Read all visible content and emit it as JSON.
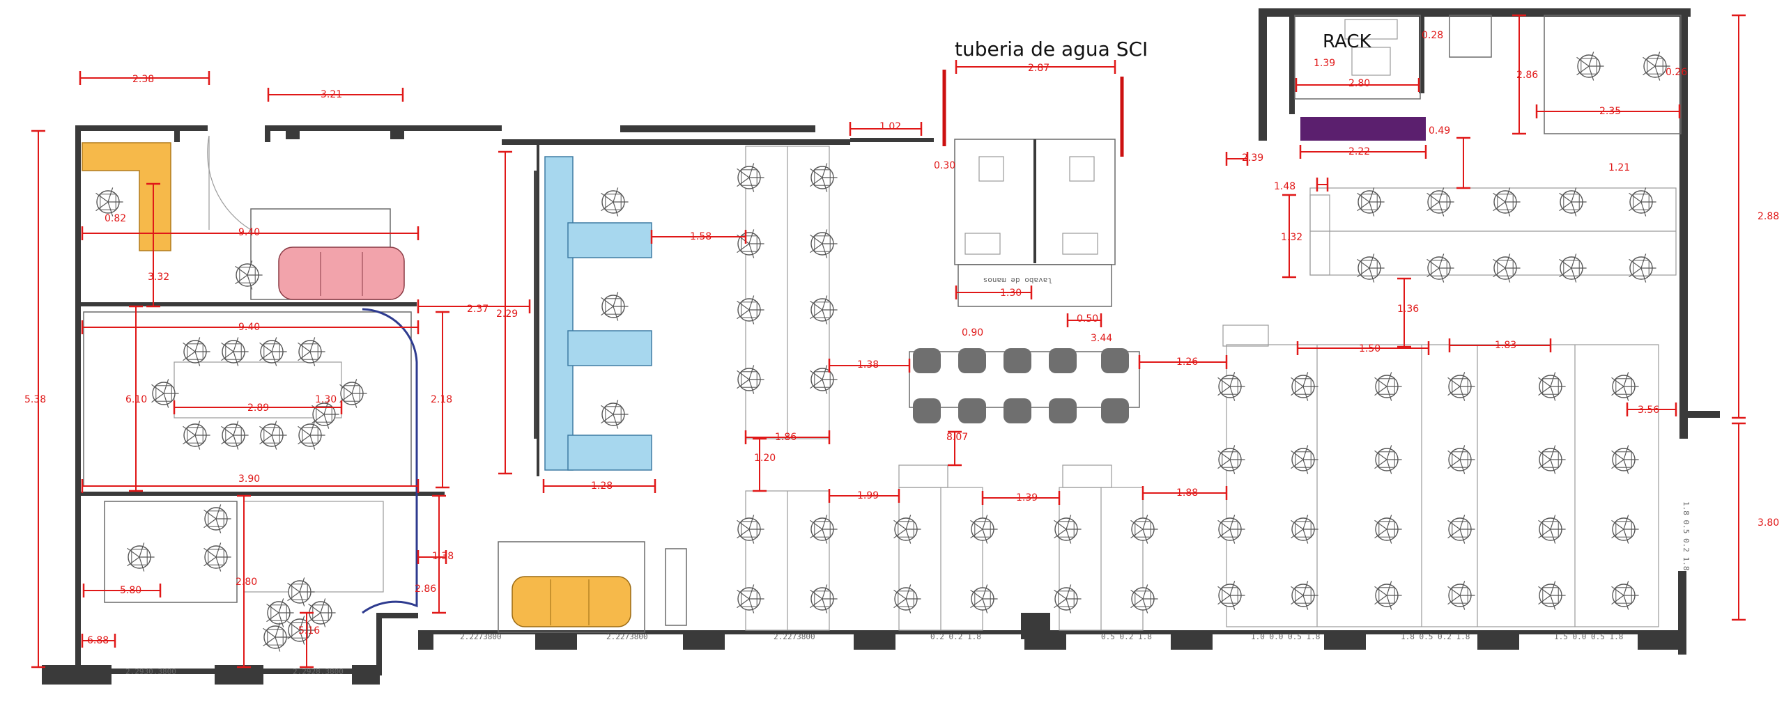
{
  "annotations": {
    "pipe_label": "tuberia de agua SCI",
    "rack_label": "RACK"
  },
  "colors": {
    "dimension_red": "#e01818",
    "wall_dark": "#3a3a3a",
    "desk_blue": "#a7d7ee",
    "sofa_pink": "#f2a3ab",
    "sofa_orange": "#f6b94a",
    "reception_orange": "#f6b94a",
    "rack_purple": "#5b1f6e",
    "meeting_blue": "#2e3b8f",
    "table_chair_dark": "#6f6f6f"
  },
  "dimensions": {
    "d_238": "2.38",
    "d_321": "3.21",
    "d_287": "2.87",
    "d_102": "1.02",
    "d_030": "0.30",
    "d_139": "1.39",
    "d_280": "2.80",
    "d_222": "2.22",
    "d_239": "2.39",
    "d_049": "0.49",
    "d_028": "0.28",
    "d_286": "2.86",
    "d_235": "2.35",
    "d_026": "0.26",
    "d_121": "1.21",
    "d_288": "2.88",
    "d_148": "1.48",
    "d_132": "1.32",
    "d_136": "1.36",
    "d_150": "1.50",
    "d_183": "1.83",
    "d_538": "5.38",
    "d_082": "0.82",
    "d_940": "9.40",
    "d_332": "3.32",
    "d_237": "2.37",
    "d_229": "2.29",
    "d_940b": "9.40",
    "d_610": "6.10",
    "d_289": "2.89",
    "d_130": "1.30",
    "d_218": "2.18",
    "d_390": "3.90",
    "d_158": "1.58",
    "d_138": "1.38",
    "d_130b": "1.30",
    "d_050": "0.50",
    "d_090": "0.90",
    "d_344": "3.44",
    "d_126": "1.26",
    "d_356": "3.56",
    "d_186": "1.86",
    "d_120": "1.20",
    "d_128": "1.28",
    "d_199": "1.99",
    "d_807": "8.07",
    "d_139b": "1.39",
    "d_188": "1.88",
    "d_580": "5.80",
    "d_280b": "2.80",
    "d_138b": "1.38",
    "d_286b": "2.86",
    "d_516": "5.16",
    "d_688": "6.88",
    "d_380": "3.80"
  },
  "faint_labels": {
    "restroom": "lavabo de manos",
    "col1": "2.2273800",
    "col2": "2.2273800",
    "col3": "2.2273800",
    "col4": "0.2 0.2 1.8",
    "col5": "0.5 0.2 1.8",
    "col6": "1.0 0.0 0.5 1.8",
    "col7": "1.8 0.5 0.2 1.8",
    "col8": "1.5 0.0 0.5 1.8",
    "bottom1": "2.2930.3800",
    "bottom2": "2.2928.3800",
    "side": "1.8 0.5 0.2 1.8"
  }
}
